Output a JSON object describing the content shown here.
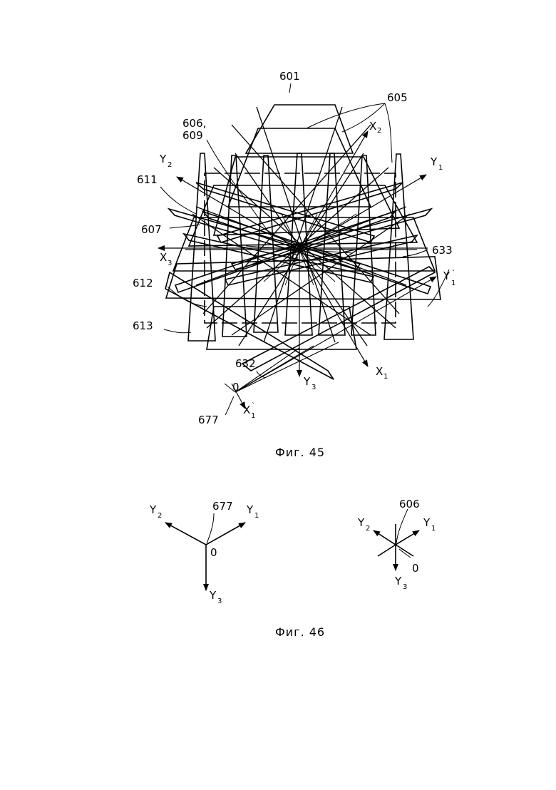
{
  "figure45": {
    "caption": "Фиг. 45",
    "refs": {
      "r601": "601",
      "r605": "605",
      "r606a": "606,",
      "r606b": "609",
      "r611": "611",
      "r607": "607",
      "r612": "612",
      "r613": "613",
      "r633": "633",
      "r632": "632",
      "r677": "677"
    },
    "axes": {
      "x_main": "X",
      "y_main": "Y",
      "sub1": "1",
      "sub2": "2",
      "sub3": "3",
      "prime": "`"
    },
    "origin_label": "0"
  },
  "figure46": {
    "caption": "Фиг. 46",
    "left": {
      "ref": "677",
      "origin": "0",
      "y": "Y",
      "s1": "1",
      "s2": "2",
      "s3": "3"
    },
    "right": {
      "ref": "606",
      "origin": "0",
      "y": "Y",
      "s1": "1",
      "s2": "2",
      "s3": "3"
    }
  }
}
